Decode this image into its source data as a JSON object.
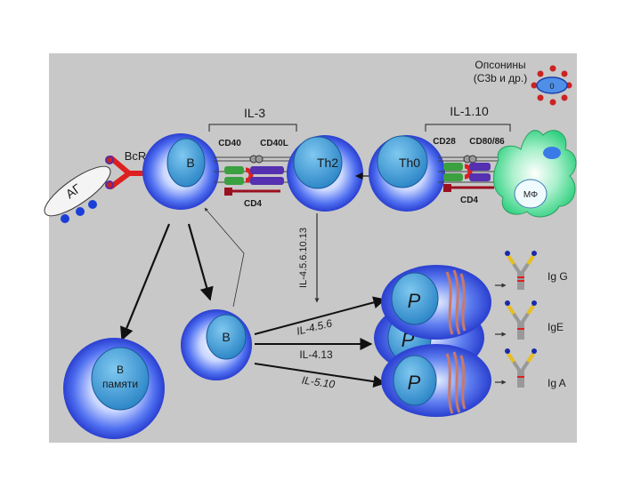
{
  "labels": {
    "opsonins_line1": "Опсонины",
    "opsonins_line2": "(C3b и др.)",
    "opsonin_center": "0",
    "il3": "IL-3",
    "il110": "IL-1.10",
    "bcr": "BcR",
    "ag": "АГ",
    "b_cell": "B",
    "th2": "Th2",
    "th0": "Th0",
    "cd40": "CD40",
    "cd40l": "CD40L",
    "cd4_left": "CD4",
    "cd28": "CD28",
    "cd8086": "CD80/86",
    "cd4_right": "CD4",
    "macrophage": "MΦ",
    "il_vertical": "IL-4.5.6.10.13",
    "il456": "IL-4.5.6",
    "il413": "IL-4.13",
    "il510": "IL-5.10",
    "b_mid": "B",
    "memory_line1": "B",
    "memory_line2": "памяти",
    "plasma": "P",
    "igg": "Ig G",
    "ige": "IgE",
    "iga": "Ig A"
  },
  "colors": {
    "panel": "#c8c8c8",
    "cell_outer": "#3a5de8",
    "cell_inner": "#4aa0d8",
    "macrophage": "#5fe0a0",
    "receptor": "#dd2020",
    "green_bar": "#3aa040",
    "purple_bar": "#5530b0",
    "darkred_bar": "#9a1020"
  }
}
